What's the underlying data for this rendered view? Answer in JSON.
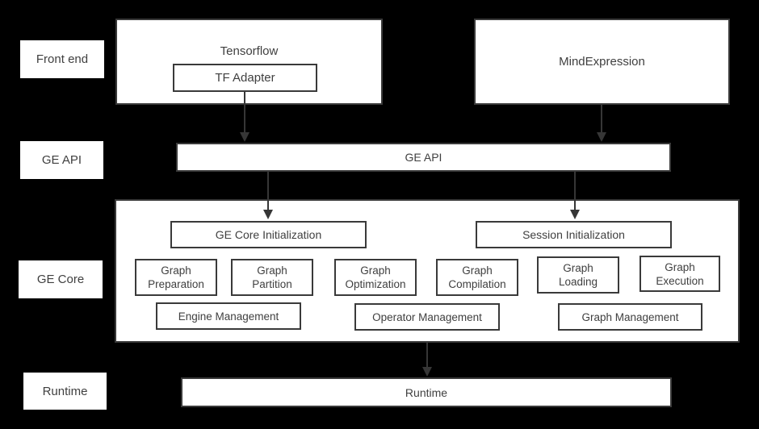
{
  "colors": {
    "background": "#000000",
    "box_fill": "#ffffff",
    "box_border": "#3a3a3a",
    "text": "#3f3f3f",
    "arrow": "#363636"
  },
  "row_labels": [
    {
      "label": "Front end"
    },
    {
      "label": "GE API"
    },
    {
      "label": "GE Core"
    },
    {
      "label": "Runtime"
    }
  ],
  "front_end": {
    "tensorflow": "Tensorflow",
    "tf_adapter": "TF Adapter",
    "mind_expression": "MindExpression"
  },
  "ge_api": {
    "label": "GE API"
  },
  "ge_core": {
    "init_boxes": [
      {
        "label": "GE Core Initialization"
      },
      {
        "label": "Session Initialization"
      }
    ],
    "stage_boxes": [
      {
        "label": "Graph Preparation"
      },
      {
        "label": "Graph Partition"
      },
      {
        "label": "Graph Optimization"
      },
      {
        "label": "Graph Compilation"
      },
      {
        "label": "Graph Loading"
      },
      {
        "label": "Graph Execution"
      }
    ],
    "management_boxes": [
      {
        "label": "Engine Management"
      },
      {
        "label": "Operator Management"
      },
      {
        "label": "Graph Management"
      }
    ]
  },
  "runtime": {
    "label": "Runtime"
  }
}
